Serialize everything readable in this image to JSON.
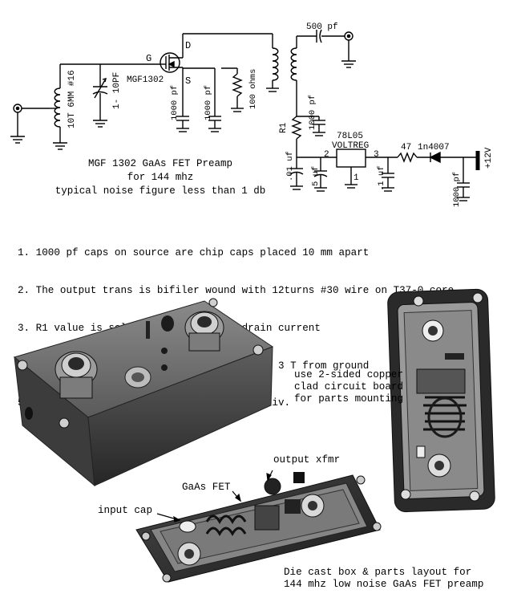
{
  "schematic": {
    "gate_label": "G",
    "drain_label": "D",
    "source_label": "S",
    "fet_part": "MGF1302",
    "input_coil": "10T 6MM #16",
    "var_cap": "1- 10PF",
    "source_cap1": "1000 pf",
    "source_cap2": "1000 pf",
    "drain_resistor": "100 ohms",
    "output_cap": "500 pf",
    "bypass_cap": "1000 pf",
    "r1": "R1",
    "reg_name": "78L05",
    "reg_label": "VOLTREG",
    "reg_pin2": "2",
    "reg_pin3": "3",
    "reg_pin1": "1",
    "cap_01": ".01 uf",
    "cap_5uf": "5 uf",
    "cap_1uf": ".1 uf",
    "res_47": "47",
    "diode": "1n4007",
    "supply_cap": "1000 pf",
    "supply": "+12V"
  },
  "caption": {
    "line1": "MGF 1302 GaAs FET Preamp",
    "line2": "for 144 mhz",
    "line3": "typical noise figure less than 1 db"
  },
  "notes": [
    "1. 1000 pf caps on source are chip caps placed 10 mm apart",
    "2. The output trans is bifiler wound with 12turns #30 wire on T37-0 core",
    "3. R1 value is selected for 12 ma of drain current",
    "4. Input coil is 10 turns of #16 tapped at 3 T from ground",
    "5. 1 - 10 pf var cap is a johannson or equiv."
  ],
  "photo_labels": {
    "board_note": "use 2-sided copper\nclad circuit board\nfor parts mounting",
    "output_xfmr": "output xfmr",
    "gaas_fet": "GaAs FET",
    "input_cap": "input cap",
    "bottom_caption": "Die cast box & parts layout for\n144 mhz low noise GaAs FET preamp"
  }
}
